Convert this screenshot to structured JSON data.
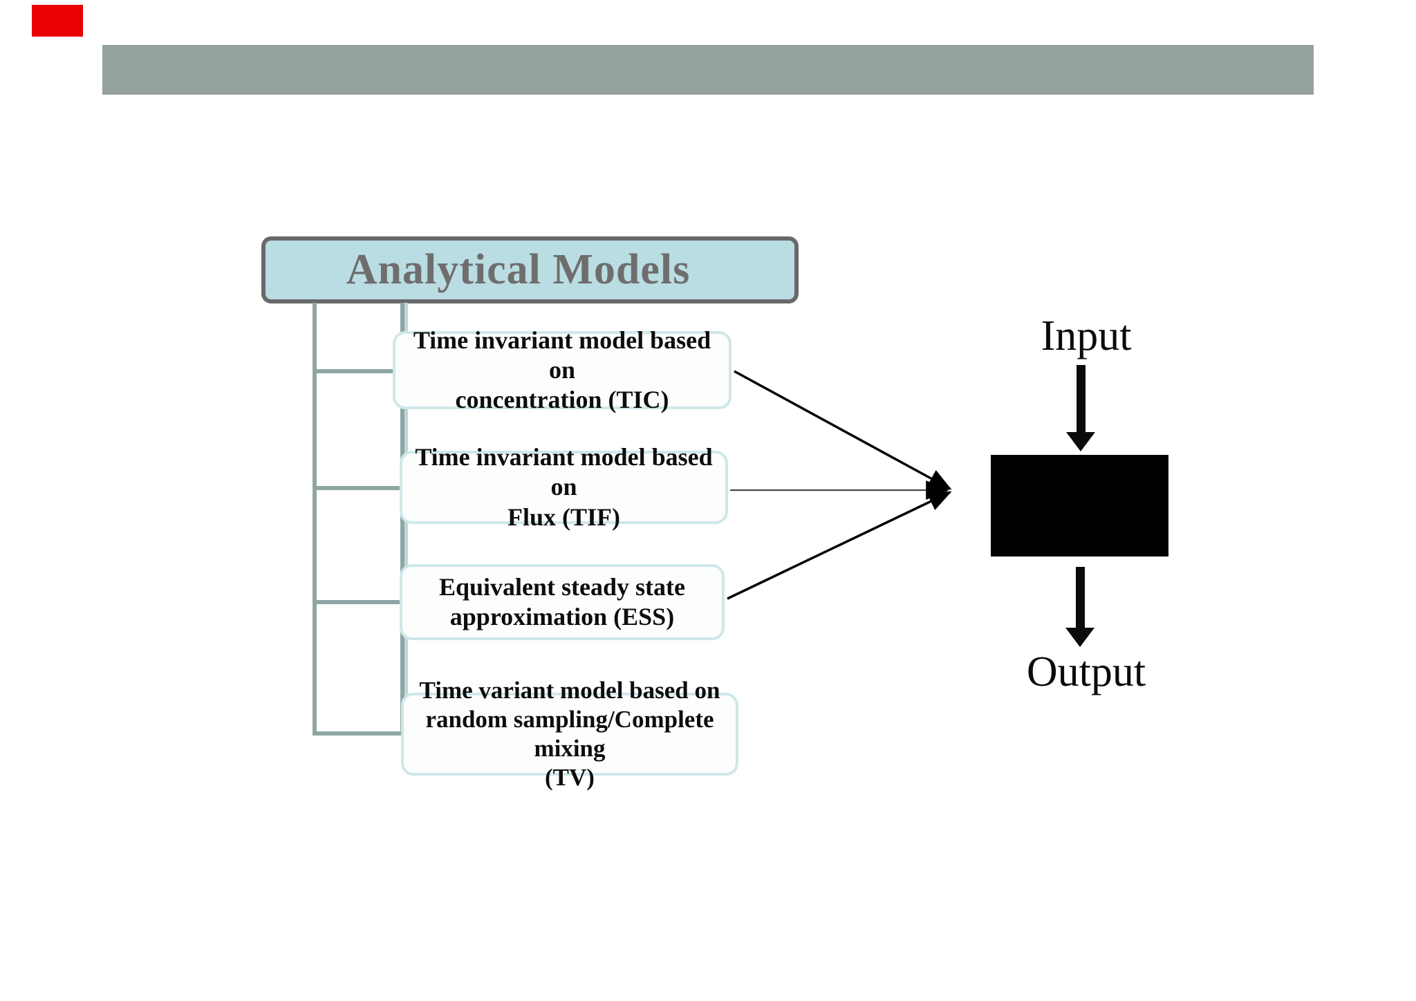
{
  "slide": {
    "title_box": {
      "label": "Analytical Models"
    },
    "nodes": [
      {
        "label": "Time invariant model based on concentration (TIC)",
        "lines": [
          "Time invariant model based on",
          "concentration (TIC)"
        ]
      },
      {
        "label": "Time invariant model based on Flux (TIF)",
        "lines": [
          "Time invariant model based on",
          "Flux (TIF)"
        ]
      },
      {
        "label": "Equivalent steady state approximation (ESS)",
        "lines": [
          "Equivalent steady state",
          "approximation (ESS)"
        ]
      },
      {
        "label": "Time variant model based on random sampling/Complete mixing (TV)",
        "lines": [
          "Time variant model based on",
          "random sampling/Complete mixing",
          "(TV)"
        ]
      }
    ],
    "io": {
      "input_label": "Input",
      "output_label": "Output"
    },
    "colors": {
      "header_bar": "#95a29b",
      "red_rectangle": "#e90000",
      "title_fill": "#b9dde2",
      "title_border": "#696969",
      "title_text": "#6f6d6d",
      "node_border": "#cfe7e9",
      "node_fill": "#fcfdfd",
      "connector": "#8ea6a3",
      "connector_light": "#bcd8d9",
      "arrow": "#000000",
      "model_box_fill": "#000000"
    }
  }
}
